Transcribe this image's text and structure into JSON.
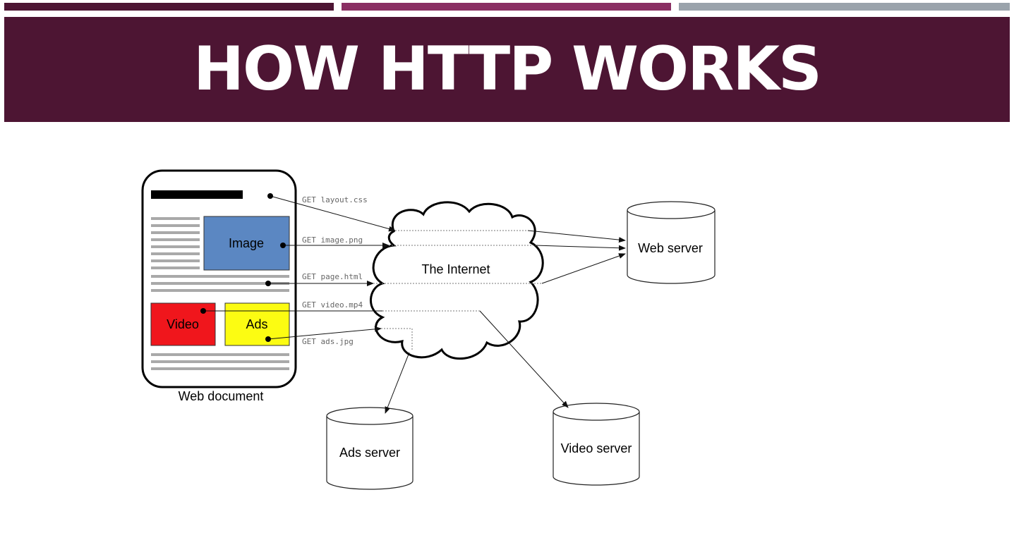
{
  "header": {
    "title": "HOW HTTP WORKS",
    "bar_colors": [
      "#4d1533",
      "#8a2f63",
      "#9aa3ab"
    ],
    "banner_color": "#4d1533"
  },
  "diagram": {
    "document": {
      "label": "Web document",
      "image_label": "Image",
      "video_label": "Video",
      "ads_label": "Ads",
      "image_color": "#5b87c2",
      "video_color": "#f0161c",
      "ads_color": "#fcfc12"
    },
    "internet_label": "The Internet",
    "requests": {
      "layout": "GET layout.css",
      "image": "GET image.png",
      "page": "GET page.html",
      "video": "GET video.mp4",
      "ads": "GET ads.jpg"
    },
    "servers": {
      "web": "Web server",
      "ads": "Ads server",
      "video": "Video server"
    }
  }
}
